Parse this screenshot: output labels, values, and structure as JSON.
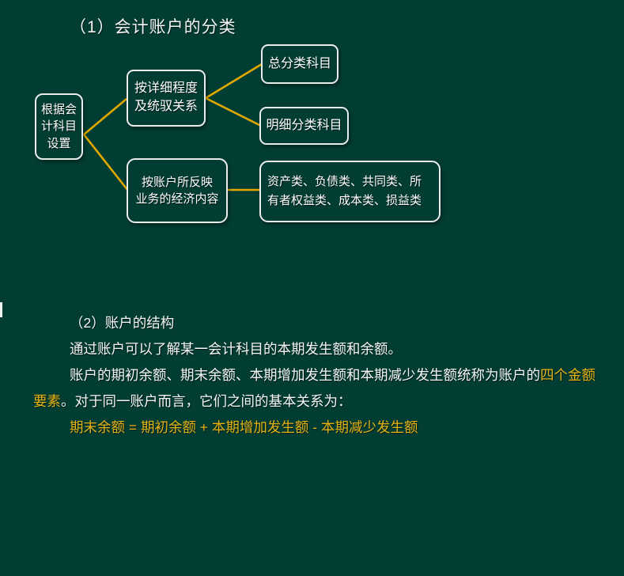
{
  "slide": {
    "background_color": "#023d33",
    "text_color": "#f4f7f5",
    "accent_color": "#e5b213",
    "border_color": "#e9eeec"
  },
  "section_one": {
    "title": "（1）会计账户的分类",
    "diagram": {
      "root": {
        "lines": [
          "根据会",
          "计科目",
          "设置"
        ]
      },
      "branch_detail": {
        "lines": [
          "按详细程度",
          "及统驭关系"
        ]
      },
      "branch_content": {
        "lines": [
          "按账户所反映",
          "业务的经济内容"
        ]
      },
      "leaf_general": {
        "lines": [
          "总分类科目"
        ]
      },
      "leaf_subsidiary": {
        "lines": [
          "明细分类科目"
        ]
      },
      "leaf_classes": {
        "lines": [
          "资产类、负债类、共同类、所",
          "有者权益类、成本类、损益类"
        ]
      }
    }
  },
  "section_two": {
    "title": "（2）账户的结构",
    "paragraph_1": "通过账户可以了解某一会计科目的本期发生额和余额。",
    "paragraph_2_before": "账户的期初余额、期末余额、本期增加发生额和本期减少发生额统称为账户的",
    "paragraph_2_highlight": "四个金额要素",
    "paragraph_2_after": "。对于同一账户而言，它们之间的基本关系为：",
    "formula": "期末余额 = 期初余额 + 本期增加发生额 - 本期减少发生额"
  }
}
